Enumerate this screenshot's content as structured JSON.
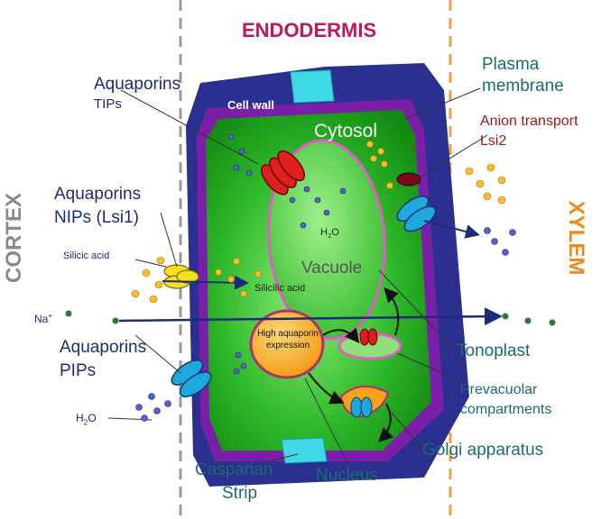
{
  "headings": {
    "endodermis": "ENDODERMIS",
    "cortex": "CORTEX",
    "xylem": "XYLEM"
  },
  "labels": {
    "cell_wall": "Cell wall",
    "cytosol": "Cytosol",
    "vacuole": "Vacuole",
    "h2o_vacuole": "H2O",
    "silicic_acid_inner": "Silicilic  acid",
    "silicic_acid_left": "Silicic acid",
    "na_plus": "Na+",
    "h2o_left": "H2O",
    "high_aquaporin": "High aquaporin expression",
    "aquaporins_tips_line1": "Aquaporins",
    "aquaporins_tips_line2": "TIPs",
    "aquaporins_nips_line1": "Aquaporins",
    "aquaporins_nips_line2": "NIPs (Lsi1)",
    "aquaporins_pips_line1": "Aquaporins",
    "aquaporins_pips_line2": "PIPs",
    "plasma_membrane_line1": "Plasma",
    "plasma_membrane_line2": "membrane",
    "anion_transport_line1": "Anion transport",
    "anion_transport_line2": "Lsi2",
    "tonoplast": "Tonoplast",
    "prevacuolar_line1": "Prevacuolar",
    "prevacuolar_line2": "compartments",
    "golgi": "Golgi apparatus",
    "nucleus": "Nucleus",
    "casparian_line1": "Casparian",
    "casparian_line2": "Strip"
  },
  "colors": {
    "outer_wall": "#2b2f8f",
    "membrane": "#7a1fa8",
    "cytosol": "#1aa31a",
    "cytosol_light": "#7ee07a",
    "vacuole_outline": "#e25bc8",
    "casparian": "#3fd9e6",
    "nucleus": "#f5a31a",
    "heading_endodermis": "#c2185b",
    "heading_cortex": "#8a8a8a",
    "heading_xylem": "#f08a1c",
    "label_navy": "#1f2a78",
    "label_teal": "#1a6e6a",
    "label_red": "#a01818"
  }
}
